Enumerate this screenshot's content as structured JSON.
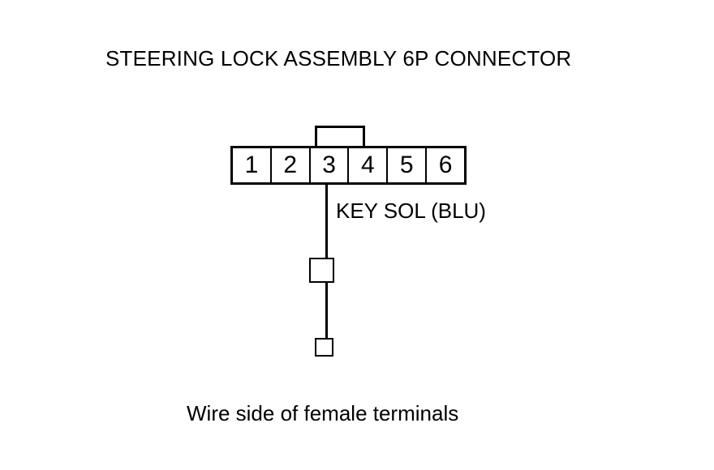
{
  "diagram": {
    "title": "STEERING LOCK ASSEMBLY 6P CONNECTOR",
    "caption": "Wire side of female terminals",
    "colors": {
      "line": "#000000",
      "background": "#ffffff"
    },
    "connector": {
      "pin_count": 6,
      "pins": [
        {
          "number": "1"
        },
        {
          "number": "2"
        },
        {
          "number": "3"
        },
        {
          "number": "4"
        },
        {
          "number": "5"
        },
        {
          "number": "6"
        }
      ],
      "tab": {
        "name": "locking-tab",
        "spans_pins": "3-4"
      }
    },
    "wire": {
      "label": "KEY SOL (BLU)",
      "signal": "KEY SOL",
      "wire_color_code": "BLU",
      "from_pin": "3",
      "terminals": [
        {
          "name": "terminal-large",
          "size": "large"
        },
        {
          "name": "terminal-small",
          "size": "small"
        }
      ]
    }
  }
}
